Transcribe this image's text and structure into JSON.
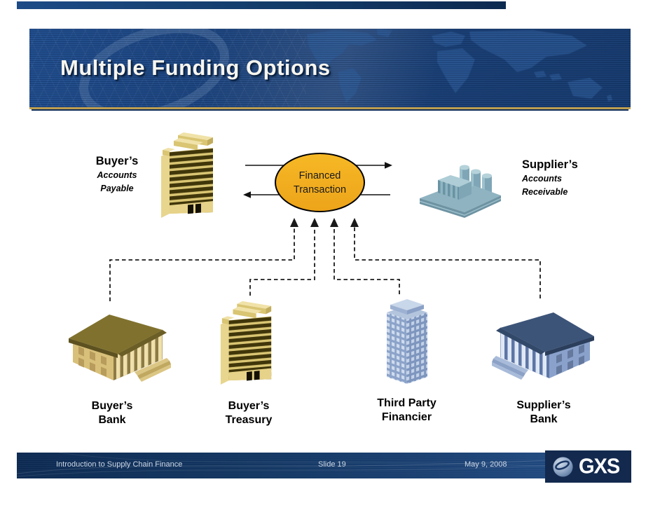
{
  "slide": {
    "title": "Multiple Funding Options",
    "diagram": {
      "financed_transaction": {
        "line1": "Financed",
        "line2": "Transaction"
      },
      "buyer_ap": {
        "line1": "Buyer’s",
        "line2": "Accounts",
        "line3": "Payable"
      },
      "supplier_ar": {
        "line1": "Supplier’s",
        "line2": "Accounts",
        "line3": "Receivable"
      },
      "funders": [
        {
          "line1": "Buyer’s",
          "line2": "Bank",
          "icon": "bank-building"
        },
        {
          "line1": "Buyer’s",
          "line2": "Treasury",
          "icon": "office-building"
        },
        {
          "line1": "Third Party",
          "line2": "Financier",
          "icon": "office-tower"
        },
        {
          "line1": "Supplier’s",
          "line2": "Bank",
          "icon": "bank-building"
        }
      ],
      "buyer_icon": "office-building",
      "supplier_icon": "factory",
      "flow_arrows": [
        "buyer-to-supplier",
        "supplier-to-buyer"
      ]
    },
    "footer": {
      "left": "Introduction to Supply Chain Finance",
      "center": "Slide 19",
      "right": "May 9, 2008",
      "logo": "GXS"
    },
    "colors": {
      "header_navy": "#1a4078",
      "accent_gold": "#bd9e51",
      "ellipse_gold": "#f2b01d",
      "footer_navy": "#13294e",
      "tan_building": "#e3cf86",
      "blue_building": "#8ba2c8",
      "teal_factory": "#8fb3c1"
    }
  }
}
